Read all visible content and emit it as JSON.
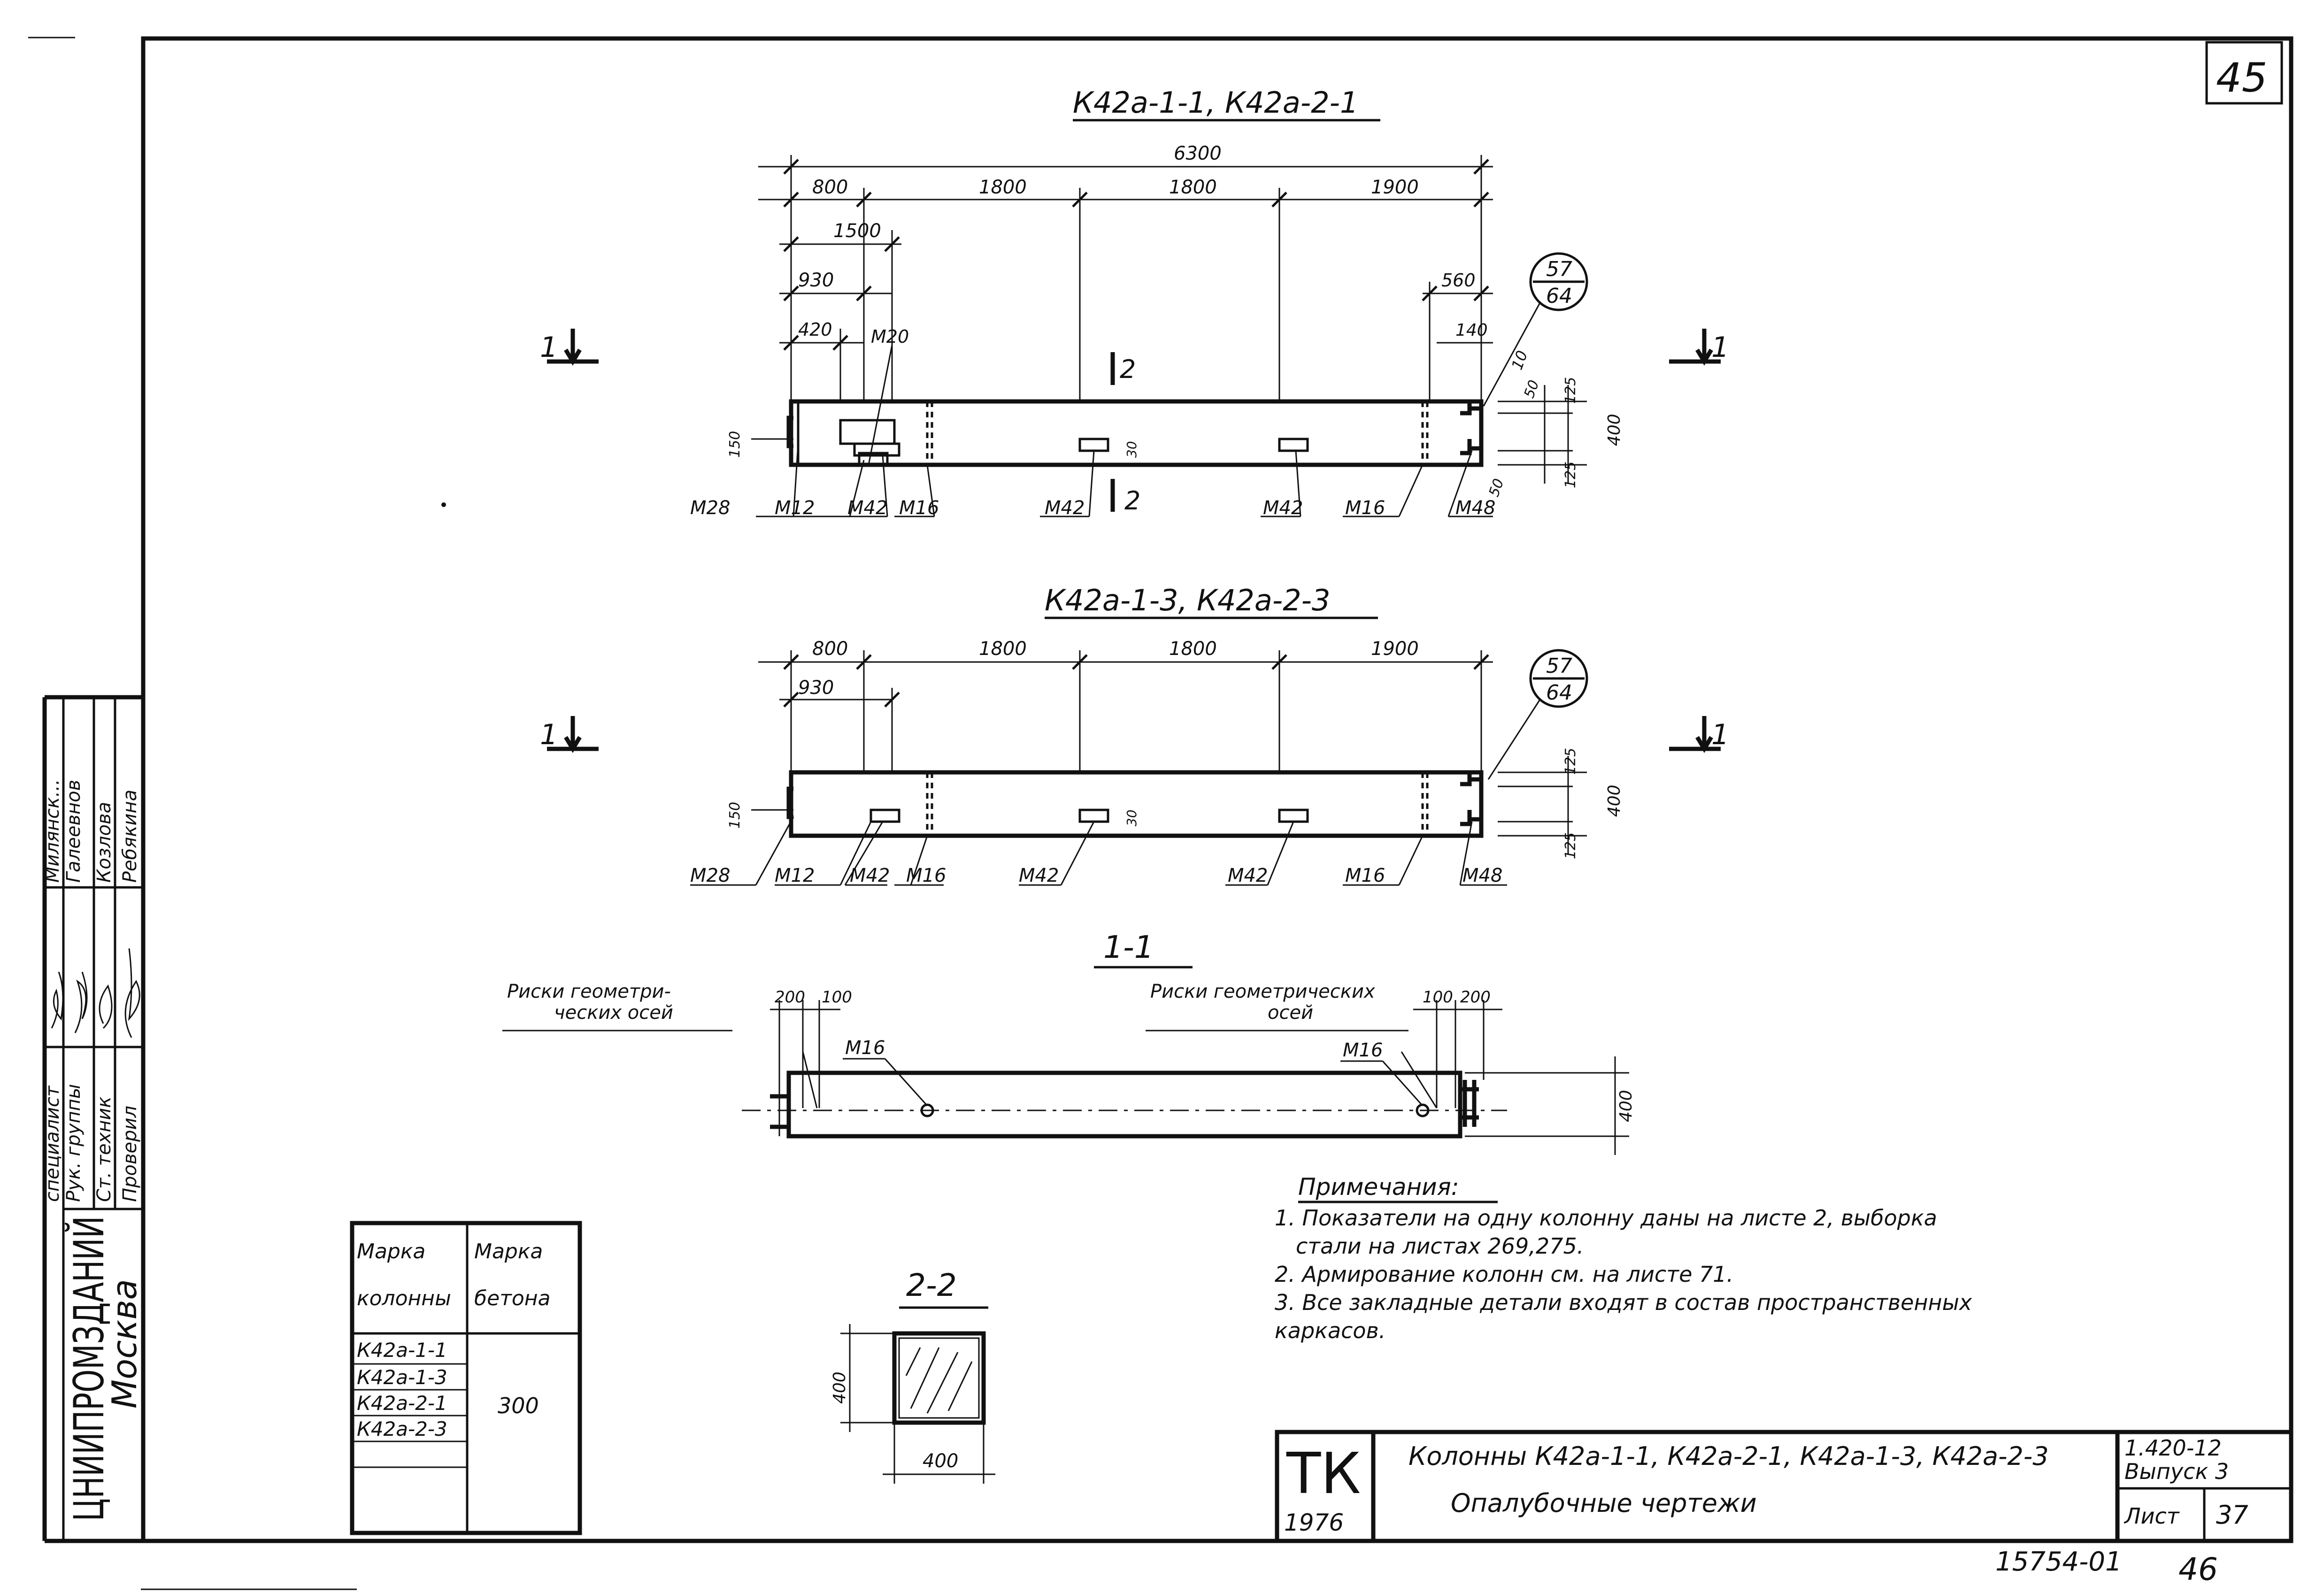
{
  "sheet_corner_number": "45",
  "views": {
    "top": {
      "title": "К42а-1-1, К42а-2-1",
      "dims_top": [
        "6300",
        "800",
        "1800",
        "1800",
        "1900",
        "1500",
        "930",
        "420",
        "560",
        "140",
        "10"
      ],
      "dims_side": [
        "150",
        "30",
        "125",
        "400",
        "125",
        "50",
        "50"
      ],
      "labels": [
        "М28",
        "М12",
        "М42",
        "М16",
        "М42",
        "2",
        "М42",
        "М16",
        "М48",
        "М20",
        "2"
      ],
      "bubble_top": "57",
      "bubble_bottom": "64"
    },
    "mid": {
      "title": "К42а-1-3, К42а-2-3",
      "dims_top": [
        "800",
        "1800",
        "1800",
        "1900",
        "930"
      ],
      "dims_side": [
        "150",
        "30",
        "125",
        "400",
        "125"
      ],
      "labels": [
        "М28",
        "М12",
        "М42",
        "М16",
        "М42",
        "М42",
        "М16",
        "М48"
      ],
      "bubble_top": "57",
      "bubble_bottom": "64"
    },
    "section_marks": [
      "1",
      "1",
      "1",
      "1"
    ],
    "section11": {
      "title": "1-1",
      "left_note": [
        "Риски геометри-",
        "ческих осей"
      ],
      "right_note": [
        "Риски геометрических",
        "осей"
      ],
      "dims_left": [
        "200",
        "100"
      ],
      "dims_right": [
        "100",
        "200"
      ],
      "labels": [
        "М16",
        "М16"
      ],
      "height_dim": "400"
    },
    "section22": {
      "title": "2-2",
      "dim_h": "400",
      "dim_w": "400"
    }
  },
  "notes": {
    "title": "Примечания:",
    "lines": [
      "1. Показатели на одну колонну даны на листе 2, выборка",
      "стали на листах 269,275.",
      "2. Армирование колонн см. на листе 71.",
      "3. Все закладные детали входят в состав пространственных",
      "каркасов."
    ]
  },
  "mark_table": {
    "header": [
      "Марка",
      "колонны",
      "Марка",
      "бетона"
    ],
    "rows": [
      "К42а-1-1",
      "К42а-1-3",
      "К42а-2-1",
      "К42а-2-3"
    ],
    "concrete": "300"
  },
  "left_strip": {
    "org": "ЦНИИПРОМЗДАНИЙ",
    "city": "Москва",
    "roles": [
      "специалист",
      "Рук. группы",
      "Ст. техник",
      "Проверил"
    ],
    "names": [
      "Милянск...",
      "Галеевнов",
      "Козлова",
      "Ребякина"
    ]
  },
  "title_block": {
    "logo": "ТК",
    "year": "1976",
    "line1": "Колонны К42а-1-1, К42а-2-1, К42а-1-3, К42а-2-3",
    "line2": "Опалубочные   чертежи",
    "code": "1.420-12",
    "issue": "Выпуск 3",
    "sheet_label": "Лист",
    "sheet_no": "37"
  },
  "footer": {
    "archive_no": "15754-01",
    "page_no": "46"
  }
}
